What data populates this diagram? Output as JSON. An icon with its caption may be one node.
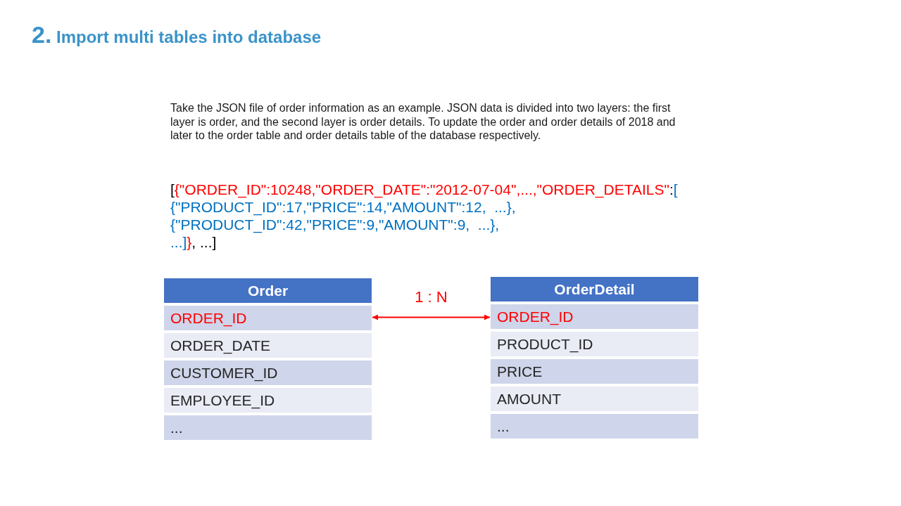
{
  "diagram": {
    "title": "2. Import multi tables into database",
    "nodes": [
      {
        "text": [
          "Order"
        ]
      },
      {
        "text": [
          "ORDER_ID"
        ]
      },
      {
        "text": [
          "ORDER_DATE"
        ]
      },
      {
        "text": [
          "CUSTOMER_ID"
        ]
      },
      {
        "text": [
          "EMPLOYEE_ID"
        ]
      },
      {
        "text": [
          "..."
        ]
      },
      {
        "text": [
          "OrderDetail"
        ]
      },
      {
        "text": [
          "ORDER_ID"
        ]
      },
      {
        "text": [
          "PRODUCT_ID"
        ]
      },
      {
        "text": [
          "PRICE"
        ]
      },
      {
        "text": [
          "AMOUNT"
        ]
      },
      {
        "text": [
          "..."
        ]
      }
    ],
    "edges": [
      {
        "from": 1,
        "to": 7,
        "arrow": "both",
        "label": "1 : N",
        "color": "#ff0000"
      }
    ],
    "labels": [
      "Take the JSON file of order information as an example. JSON data is divided into two layers: the first layer is order, and the second layer is order details. To update the order and order details of 2018 and later to the order table and order details table of the database respectively.",
      "[{\"ORDER_ID\":10248,\"ORDER_DATE\":\"2012-07-04\",...,\"ORDER_DETAILS\":[",
      "{\"PRODUCT_ID\":17,\"PRICE\":14,\"AMOUNT\":12,  ...},",
      "{\"PRODUCT_ID\":42,\"PRICE\":9,\"AMOUNT\":9,  ...},",
      "...]}, ...]"
    ]
  }
}
